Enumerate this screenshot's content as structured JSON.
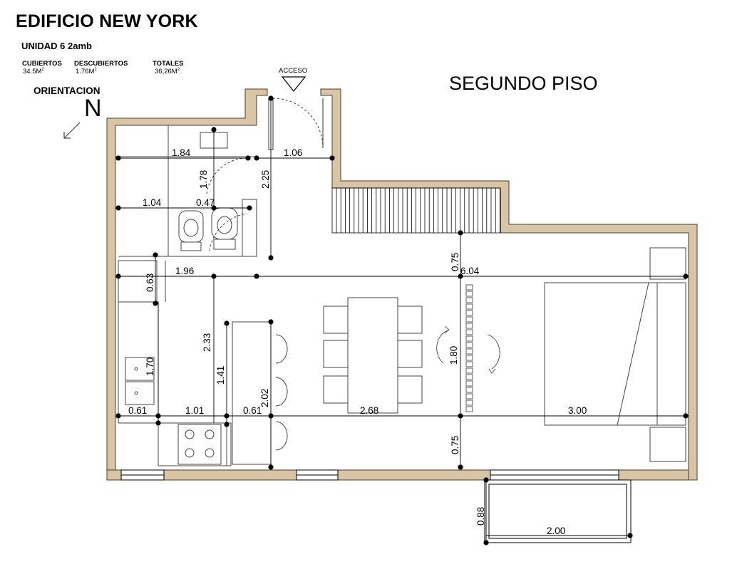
{
  "header": {
    "title": "EDIFICIO NEW YORK",
    "unit": "UNIDAD 6 2amb",
    "areas": [
      {
        "label": "CUBIERTOS",
        "value": "34.5M",
        "unit_sup": "2"
      },
      {
        "label": "DESCUBIERTOS",
        "value": "1.76M",
        "unit_sup": "2"
      },
      {
        "label": "TOTALES",
        "value": "36,26M",
        "unit_sup": "2"
      }
    ]
  },
  "orientation": {
    "label": "ORIENTACION",
    "north": "N"
  },
  "floor_label": "SEGUNDO PISO",
  "access_label": "ACCESO",
  "dimensions": {
    "d184": "1.84",
    "d106": "1.06",
    "d178": "1.78",
    "d225": "2.25",
    "d104": "1.04",
    "d047": "0.47",
    "d075a": "0.75",
    "d063": "0.63",
    "d196": "1.96",
    "d604": "6.04",
    "d233": "2.33",
    "d170": "1.70",
    "d141": "1.41",
    "d202": "2.02",
    "d180": "1.80",
    "d061a": "0.61",
    "d101": "1.01",
    "d061b": "0.61",
    "d268": "2.68",
    "d300": "3.00",
    "d075b": "0.75",
    "d088": "0.88",
    "d200": "2.00"
  },
  "colors": {
    "wall": "#d9c5a5",
    "wall_edge": "#4a3f30",
    "line": "#000000"
  }
}
